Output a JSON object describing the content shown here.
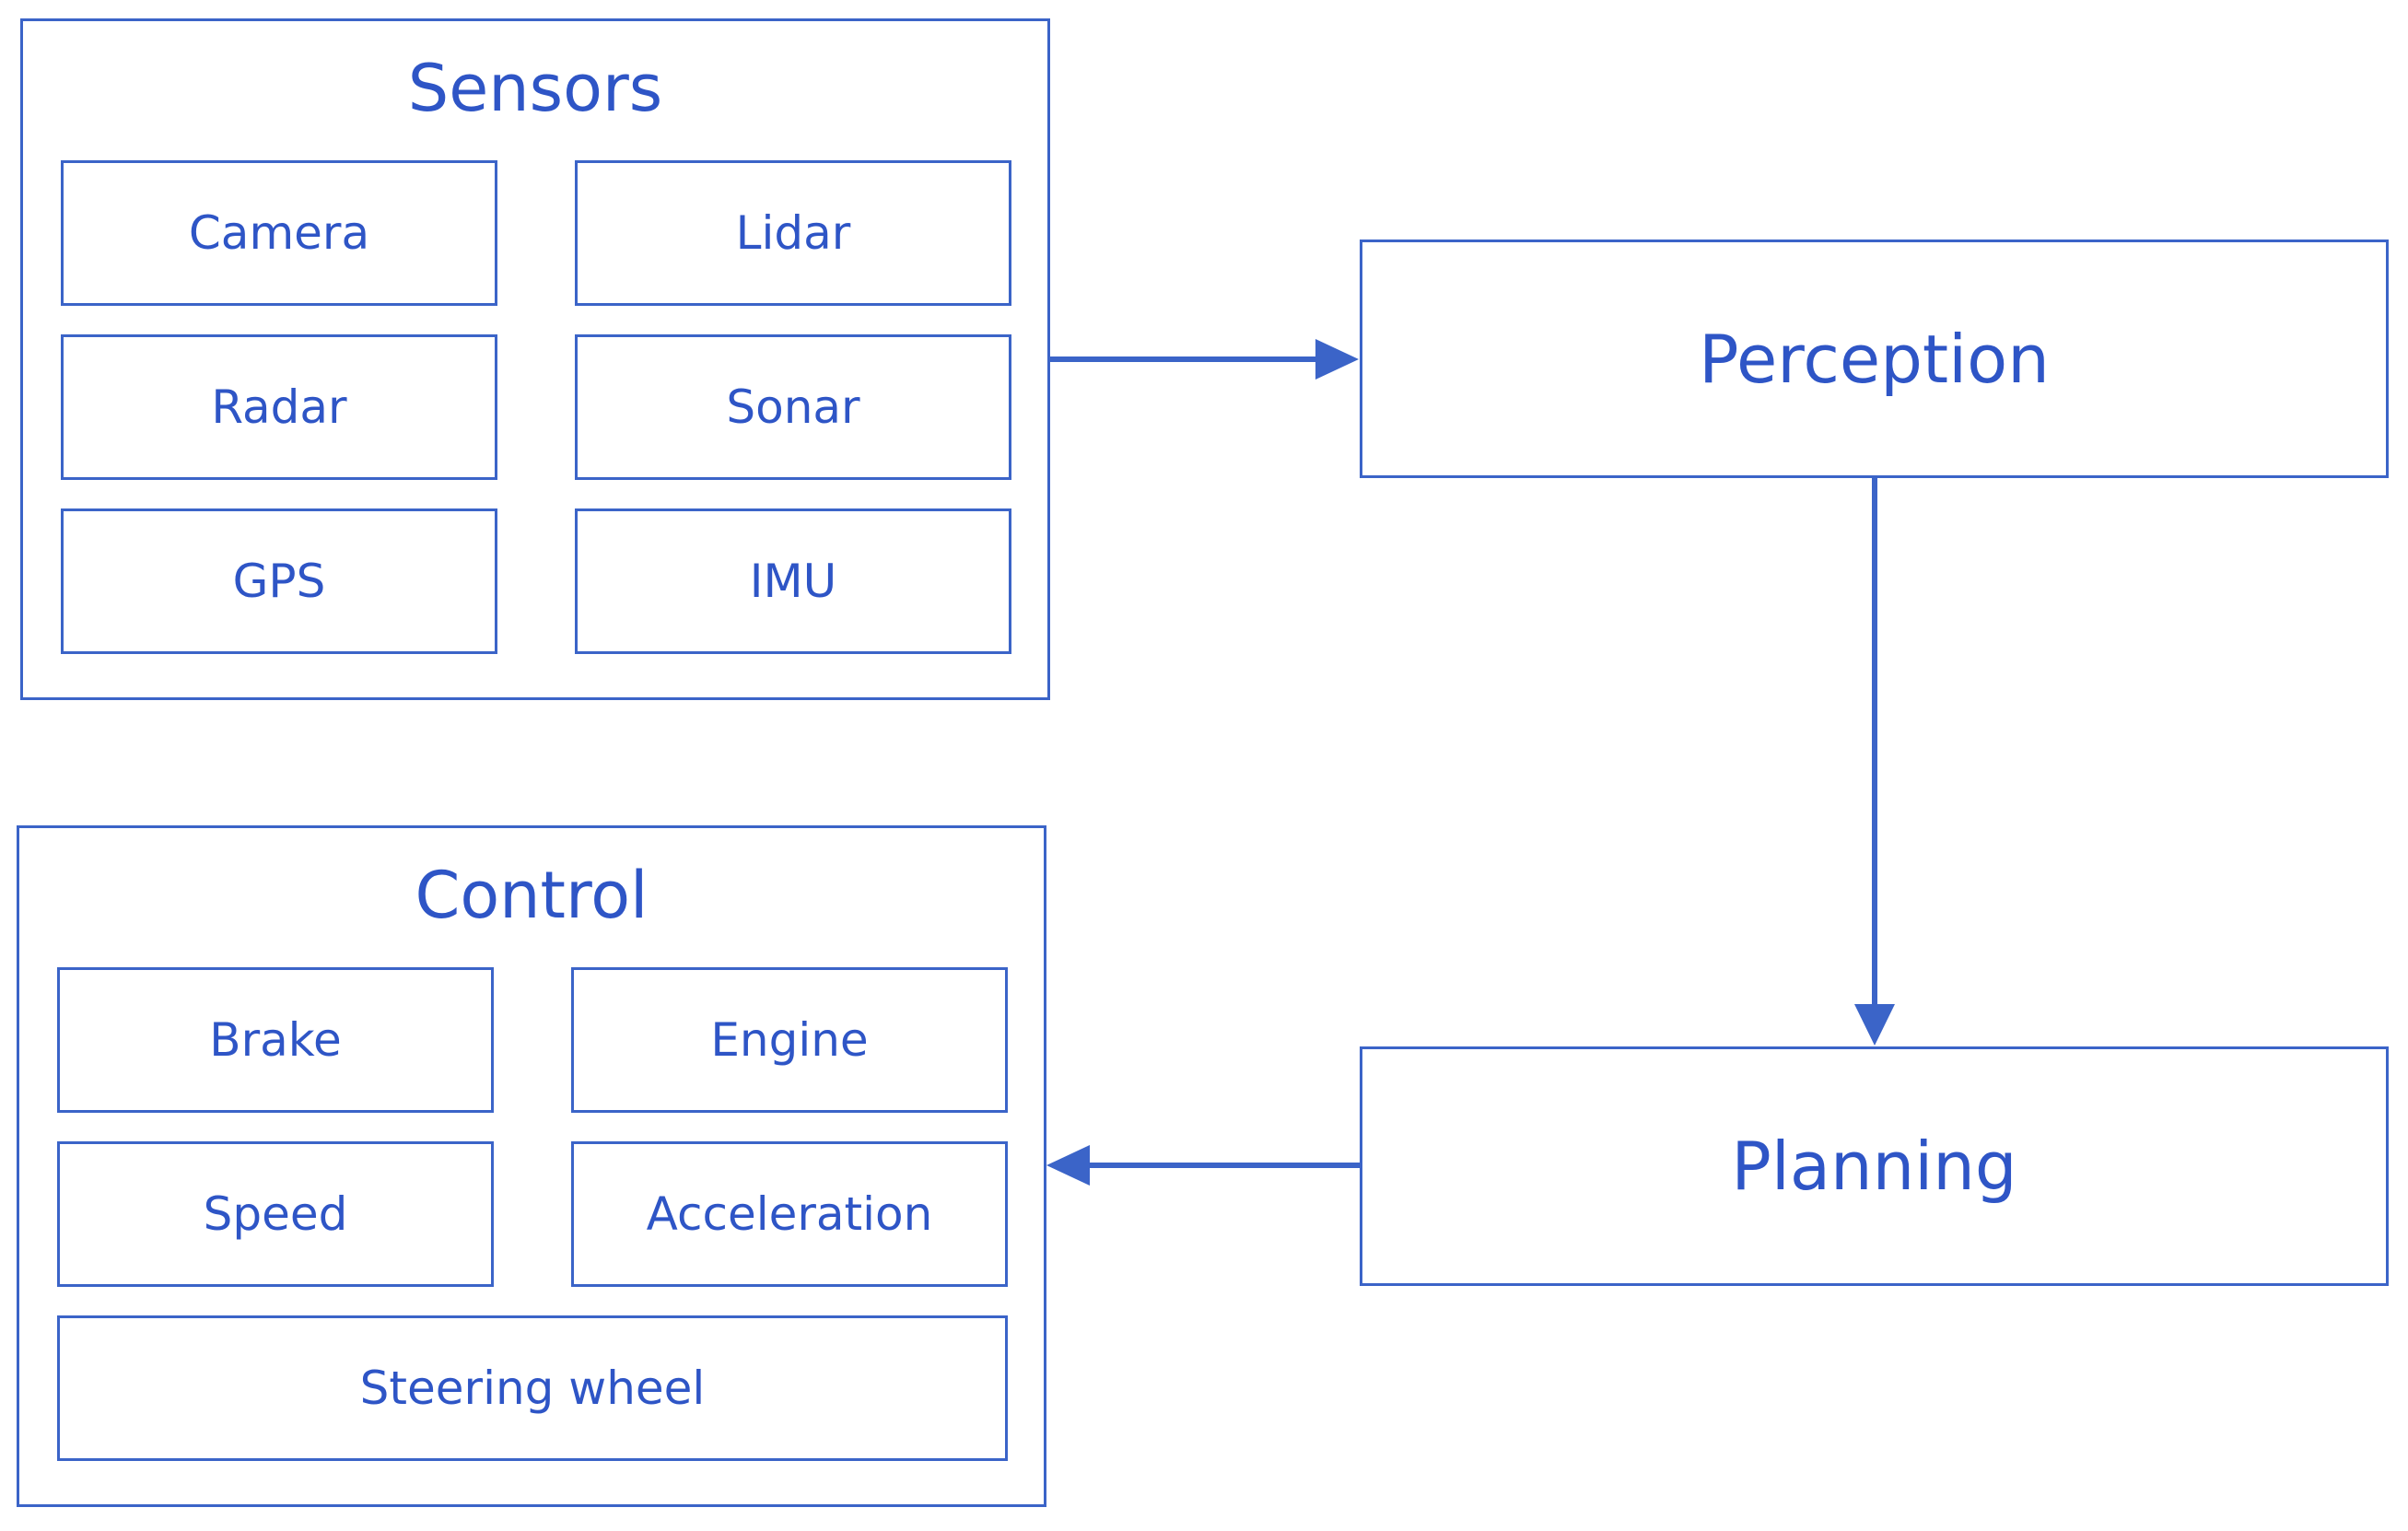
{
  "sensors": {
    "title": "Sensors",
    "items": [
      "Camera",
      "Lidar",
      "Radar",
      "Sonar",
      "GPS",
      "IMU"
    ]
  },
  "perception": {
    "label": "Perception"
  },
  "planning": {
    "label": "Planning"
  },
  "control": {
    "title": "Control",
    "items": [
      "Brake",
      "Engine",
      "Speed",
      "Acceleration",
      "Steering wheel"
    ]
  },
  "colors": {
    "line": "#3b64c8",
    "text": "#2e55c6"
  }
}
